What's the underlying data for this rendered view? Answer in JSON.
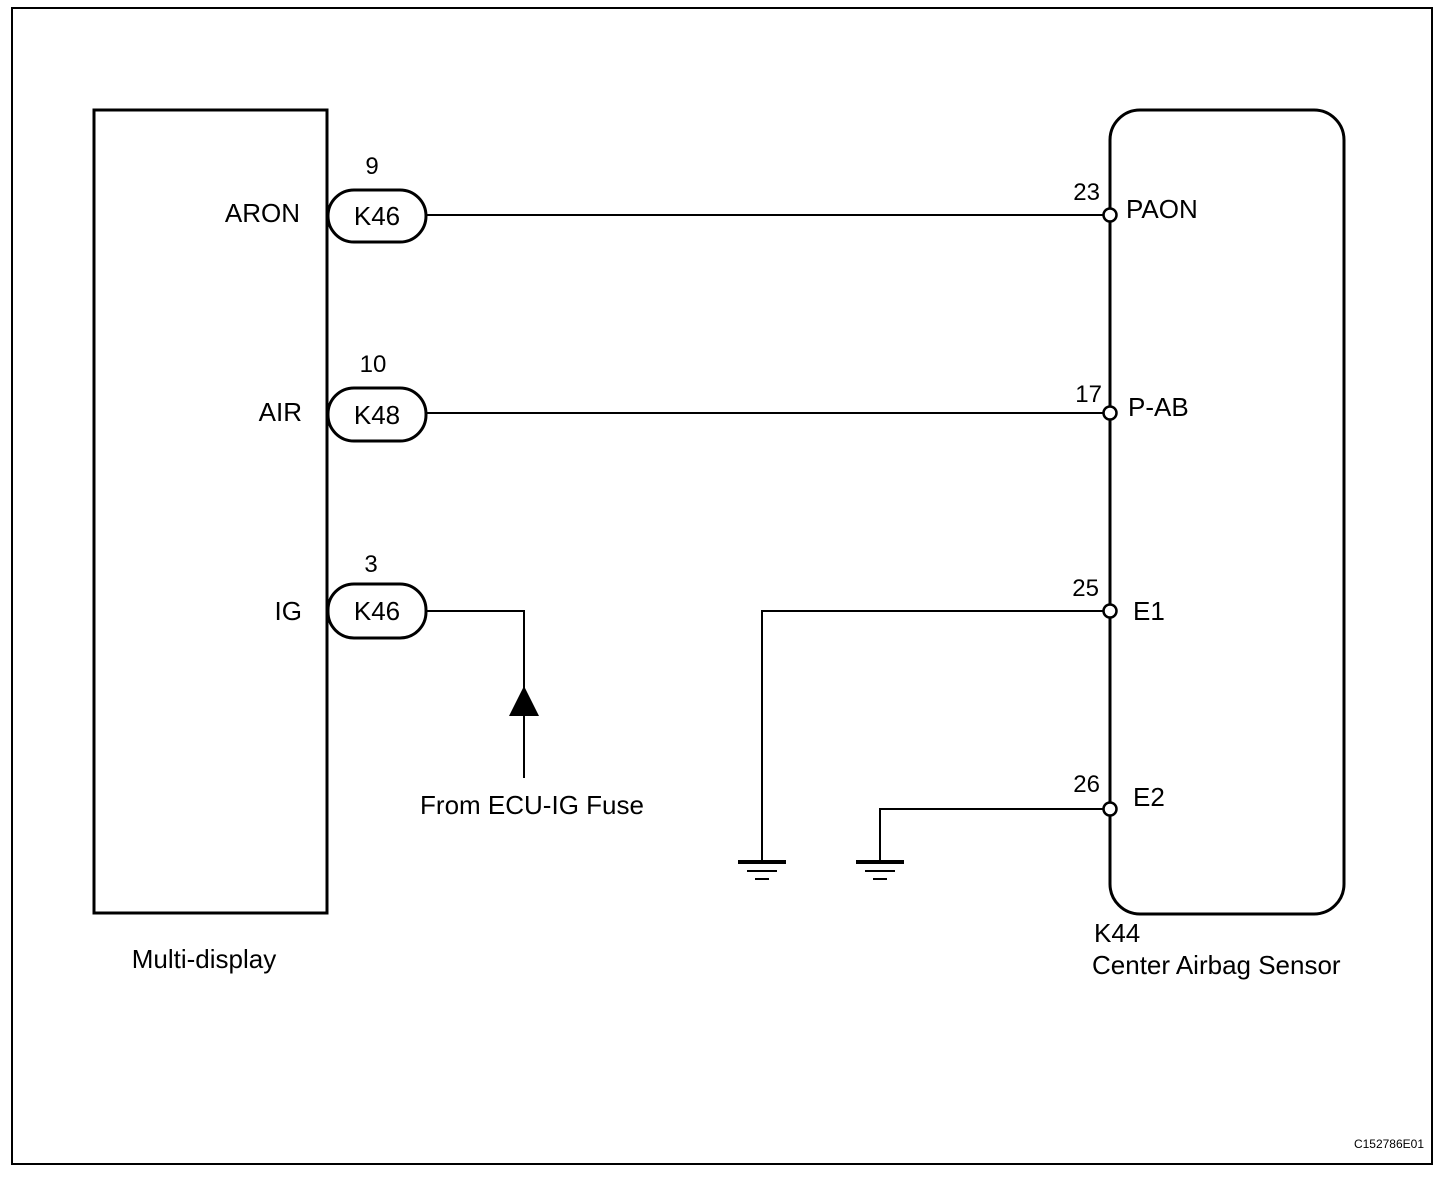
{
  "diagram_code": "C152786E01",
  "left_component": {
    "name": "Multi-display",
    "terminals": [
      {
        "label": "ARON",
        "pin": "9",
        "connector": "K46"
      },
      {
        "label": "AIR",
        "pin": "10",
        "connector": "K48"
      },
      {
        "label": "IG",
        "pin": "3",
        "connector": "K46"
      }
    ]
  },
  "right_component": {
    "connector": "K44",
    "name": "Center Airbag Sensor",
    "terminals": [
      {
        "label": "PAON",
        "pin": "23"
      },
      {
        "label": "P-AB",
        "pin": "17"
      },
      {
        "label": "E1",
        "pin": "25"
      },
      {
        "label": "E2",
        "pin": "26"
      }
    ]
  },
  "power_source": {
    "label": "From ECU-IG Fuse"
  }
}
